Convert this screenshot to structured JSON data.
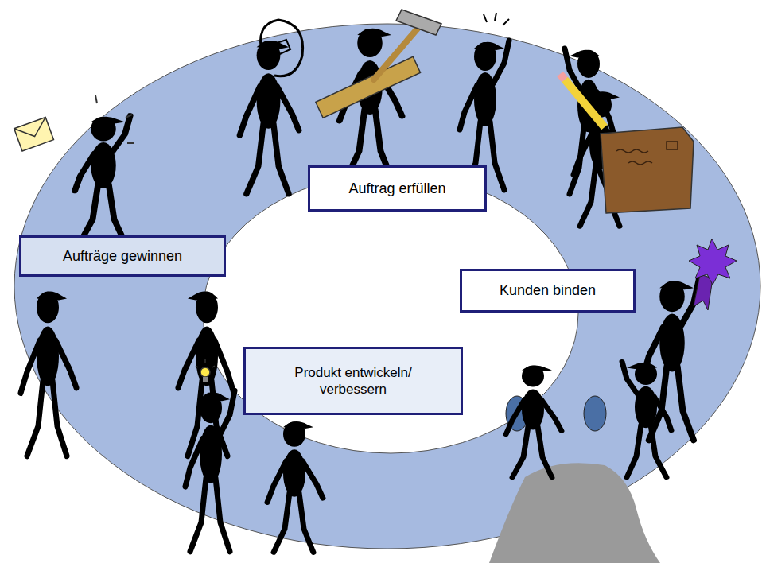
{
  "diagram": {
    "nodes": [
      {
        "text": [
          "Auftrag erfüllen"
        ]
      },
      {
        "text": [
          "Aufträge gewinnen"
        ]
      },
      {
        "text": [
          "Kunden binden"
        ]
      },
      {
        "text": [
          "Produkt entwickeln/ verbessern"
        ]
      }
    ]
  }
}
